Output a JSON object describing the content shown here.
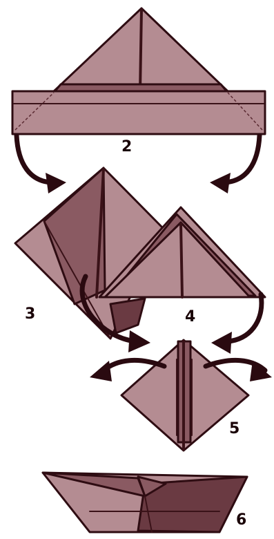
{
  "steps": {
    "step2": "2",
    "step3": "3",
    "step4": "4",
    "step5": "5",
    "step6": "6"
  },
  "colors": {
    "paper": "#b48c92",
    "paper_dark": "#8a5a62",
    "outline": "#2e0c12",
    "arrow": "#2a0a10"
  }
}
